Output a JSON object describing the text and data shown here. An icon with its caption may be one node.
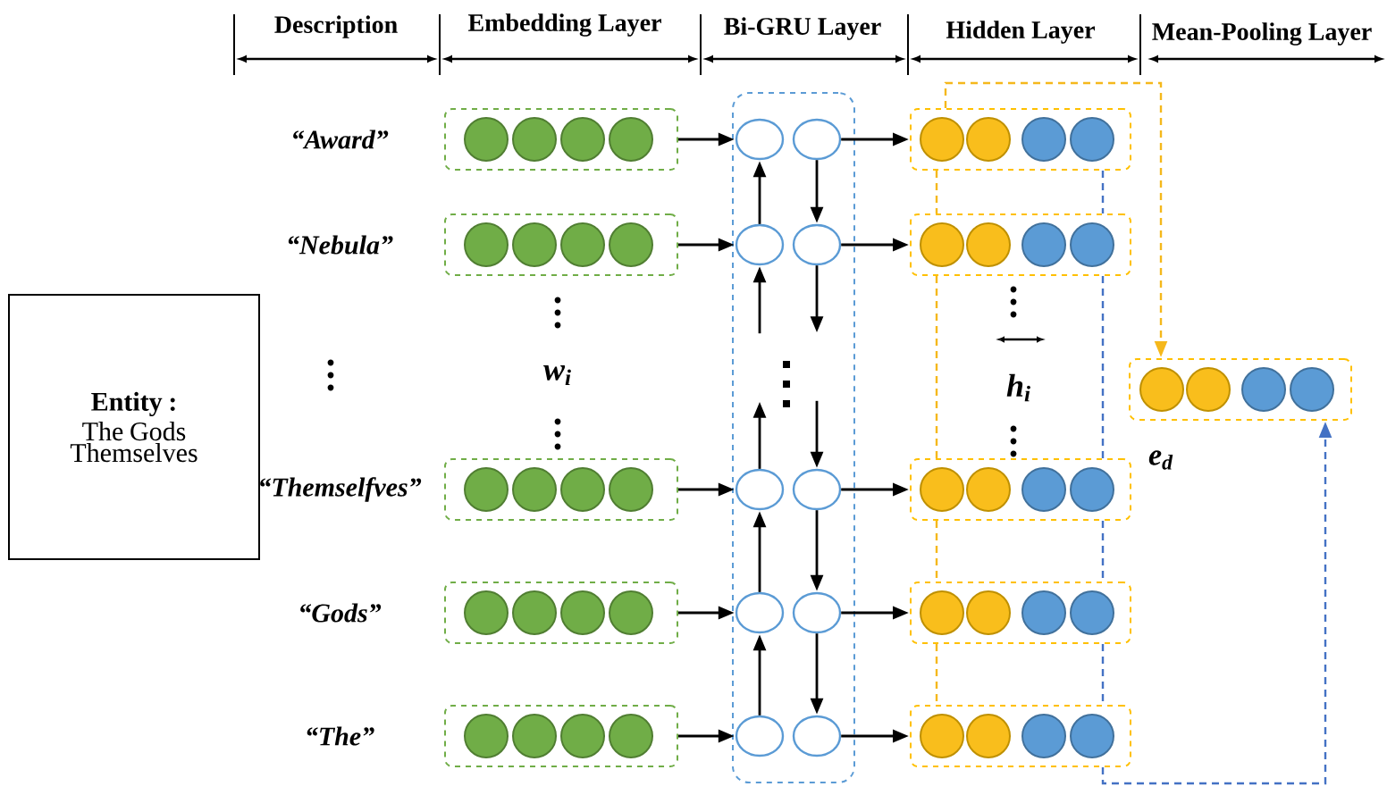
{
  "diagram": {
    "nodes": [
      {
        "text": [
          "Entity :",
          "The Gods Themselves"
        ]
      },
      {
        "text": [],
        "shape": "box"
      },
      {
        "text": [],
        "shape": "box"
      },
      {
        "text": [],
        "shape": "box"
      },
      {
        "text": [],
        "shape": "box"
      },
      {
        "text": [],
        "shape": "box"
      },
      {
        "text": [],
        "shape": "box"
      },
      {
        "text": [],
        "shape": "circle",
        "in": 6
      },
      {
        "text": [],
        "shape": "circle",
        "in": 6
      },
      {
        "text": [],
        "shape": "circle",
        "in": 6
      },
      {
        "text": [],
        "shape": "circle",
        "in": 6
      },
      {
        "text": [],
        "shape": "circle",
        "in": 6
      },
      {
        "text": [],
        "shape": "circle",
        "in": 6
      },
      {
        "text": [],
        "shape": "circle",
        "in": 6
      },
      {
        "text": [],
        "shape": "circle",
        "in": 6
      },
      {
        "text": [],
        "shape": "circle",
        "in": 6
      },
      {
        "text": [],
        "shape": "circle",
        "in": 6
      },
      {
        "text": [],
        "shape": "box"
      },
      {
        "text": [],
        "shape": "box"
      },
      {
        "text": [],
        "shape": "box"
      },
      {
        "text": [],
        "shape": "box"
      },
      {
        "text": [],
        "shape": "box"
      },
      {
        "text": [],
        "shape": "box",
        "beside": [
          "e$_{d}$"
        ]
      }
    ],
    "edges": [
      {
        "from": 1,
        "to": 7,
        "arrow": "to"
      },
      {
        "from": 2,
        "to": 9,
        "arrow": "to"
      },
      {
        "from": 3,
        "to": 11,
        "arrow": "to"
      },
      {
        "from": 4,
        "to": 13,
        "arrow": "to"
      },
      {
        "from": 5,
        "to": 15,
        "arrow": "to"
      },
      {
        "from": 9,
        "to": 7,
        "arrow": "to"
      },
      {
        "from": null,
        "to": 9,
        "arrow": "to"
      },
      {
        "from": 11,
        "to": null,
        "arrow": "to"
      },
      {
        "from": 13,
        "to": 11,
        "arrow": "to"
      },
      {
        "from": 15,
        "to": 13,
        "arrow": "to"
      },
      {
        "from": 8,
        "to": 10,
        "arrow": "to"
      },
      {
        "from": 10,
        "to": null,
        "arrow": "to"
      },
      {
        "from": null,
        "to": 12,
        "arrow": "to"
      },
      {
        "from": 12,
        "to": 14,
        "arrow": "to"
      },
      {
        "from": 14,
        "to": 16,
        "arrow": "to"
      },
      {
        "from": 8,
        "to": 17,
        "arrow": "to"
      },
      {
        "from": 10,
        "to": 18,
        "arrow": "to"
      },
      {
        "from": 12,
        "to": 19,
        "arrow": "to"
      },
      {
        "from": 14,
        "to": 20,
        "arrow": "to"
      },
      {
        "from": 16,
        "to": 21,
        "arrow": "to"
      },
      {
        "from": 17,
        "to": 18,
        "arrow": "none",
        "style": "dashed",
        "color": "#f5b81c"
      },
      {
        "from": 17,
        "to": 18,
        "arrow": "none",
        "style": "dashed",
        "color": "#4472c4"
      },
      {
        "from": 18,
        "to": 19,
        "arrow": "none",
        "style": "dashed",
        "color": "#f5b81c"
      },
      {
        "from": 18,
        "to": 19,
        "arrow": "none",
        "style": "dashed",
        "color": "#4472c4"
      },
      {
        "from": 19,
        "to": 20,
        "arrow": "none",
        "style": "dashed",
        "color": "#f5b81c"
      },
      {
        "from": 19,
        "to": 20,
        "arrow": "none",
        "style": "dashed",
        "color": "#4472c4"
      },
      {
        "from": 20,
        "to": 21,
        "arrow": "none",
        "style": "dashed",
        "color": "#f5b81c"
      },
      {
        "from": 20,
        "to": 21,
        "arrow": "none",
        "style": "dashed",
        "color": "#4472c4"
      },
      {
        "from": 17,
        "to": 22,
        "arrow": "to",
        "style": "dashed",
        "color": "#f5b81c"
      },
      {
        "from": 21,
        "to": 22,
        "arrow": "to",
        "style": "dashed",
        "color": "#4472c4"
      }
    ],
    "labels": [
      "Description",
      "Embedding Layer",
      "Bi-GRU Layer",
      "Hidden Layer",
      "Mean-Pooling Layer",
      "“Award”",
      "“Nebula”",
      "“Themselfves”",
      "“Gods”",
      "“The”",
      "w$_{i}$",
      "h$_{i}$"
    ]
  }
}
